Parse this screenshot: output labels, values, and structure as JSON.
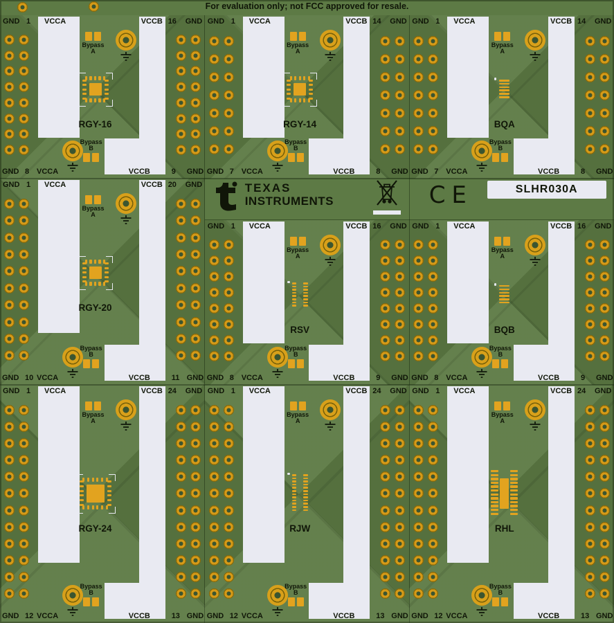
{
  "board": {
    "eval_notice": "For evaluation only; not FCC approved for resale.",
    "part_number": "SLHR030A",
    "brand_line1": "TEXAS",
    "brand_line2": "INSTRUMENTS",
    "ce_mark": "CE",
    "labels": {
      "gnd": "GND",
      "vcca": "VCCA",
      "vccb": "VCCB",
      "bypass": "Bypass",
      "bypass_a": "A",
      "bypass_b": "B"
    },
    "colors": {
      "pcb_green": "#5d7a45",
      "silkscreen": "#e9eaf2",
      "pad_gold": "#d59a18",
      "copper": "#e2a31f",
      "text_dark": "#101608"
    }
  },
  "sections": [
    {
      "package": "RGY-16",
      "pin_first": "1",
      "pin_top_right": "16",
      "pin_bottom_left": "8",
      "pin_bottom_right": "9",
      "holes_per_side": 8,
      "footprint": "qfn"
    },
    {
      "package": "RGY-14",
      "pin_first": "1",
      "pin_top_right": "14",
      "pin_bottom_left": "7",
      "pin_bottom_right": "8",
      "holes_per_side": 7,
      "footprint": "qfn"
    },
    {
      "package": "BQA",
      "pin_first": "1",
      "pin_top_right": "14",
      "pin_bottom_left": "7",
      "pin_bottom_right": "8",
      "holes_per_side": 7,
      "footprint": "bga"
    },
    {
      "package": "RGY-20",
      "pin_first": "1",
      "pin_top_right": "20",
      "pin_bottom_left": "10",
      "pin_bottom_right": "11",
      "holes_per_side": 10,
      "footprint": "qfn"
    },
    {
      "package": "RSV",
      "pin_first": "1",
      "pin_top_right": "16",
      "pin_bottom_left": "8",
      "pin_bottom_right": "9",
      "holes_per_side": 8,
      "footprint": "dual-small"
    },
    {
      "package": "BQB",
      "pin_first": "1",
      "pin_top_right": "16",
      "pin_bottom_left": "8",
      "pin_bottom_right": "9",
      "holes_per_side": 8,
      "footprint": "bga"
    },
    {
      "package": "RGY-24",
      "pin_first": "1",
      "pin_top_right": "24",
      "pin_bottom_left": "12",
      "pin_bottom_right": "13",
      "holes_per_side": 12,
      "footprint": "qfn"
    },
    {
      "package": "RJW",
      "pin_first": "1",
      "pin_top_right": "24",
      "pin_bottom_left": "12",
      "pin_bottom_right": "13",
      "holes_per_side": 12,
      "footprint": "dual-small"
    },
    {
      "package": "RHL",
      "pin_first": "1",
      "pin_top_right": "24",
      "pin_bottom_left": "12",
      "pin_bottom_right": "13",
      "holes_per_side": 12,
      "footprint": "dual-large"
    }
  ]
}
